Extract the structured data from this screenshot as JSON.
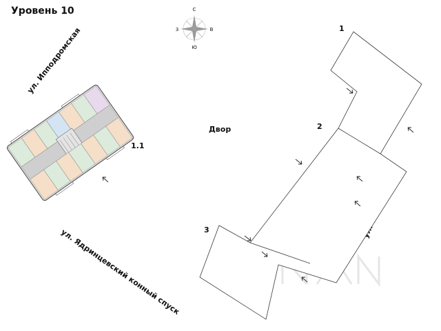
{
  "title": "Уровень 10",
  "compass": {
    "n": "С",
    "s": "Ю",
    "w": "З",
    "e": "В"
  },
  "streets": {
    "ippodromskaya": "ул. Ипподромская",
    "yadrintsevsky": "ул. Ядринцевский конный спуск",
    "topolevaya": "ул. Тополёвая"
  },
  "courtyard": "Двор",
  "sections": {
    "s1": "1",
    "s2": "2",
    "s3": "3",
    "s11": "1.1"
  },
  "colors": {
    "room_green": "#dcebdc",
    "room_orange": "#f5dfc8",
    "room_blue": "#d4e4f2",
    "room_purple": "#e8d9ec",
    "corridor": "#c9c9c9",
    "outline": "#3a3a3a"
  }
}
